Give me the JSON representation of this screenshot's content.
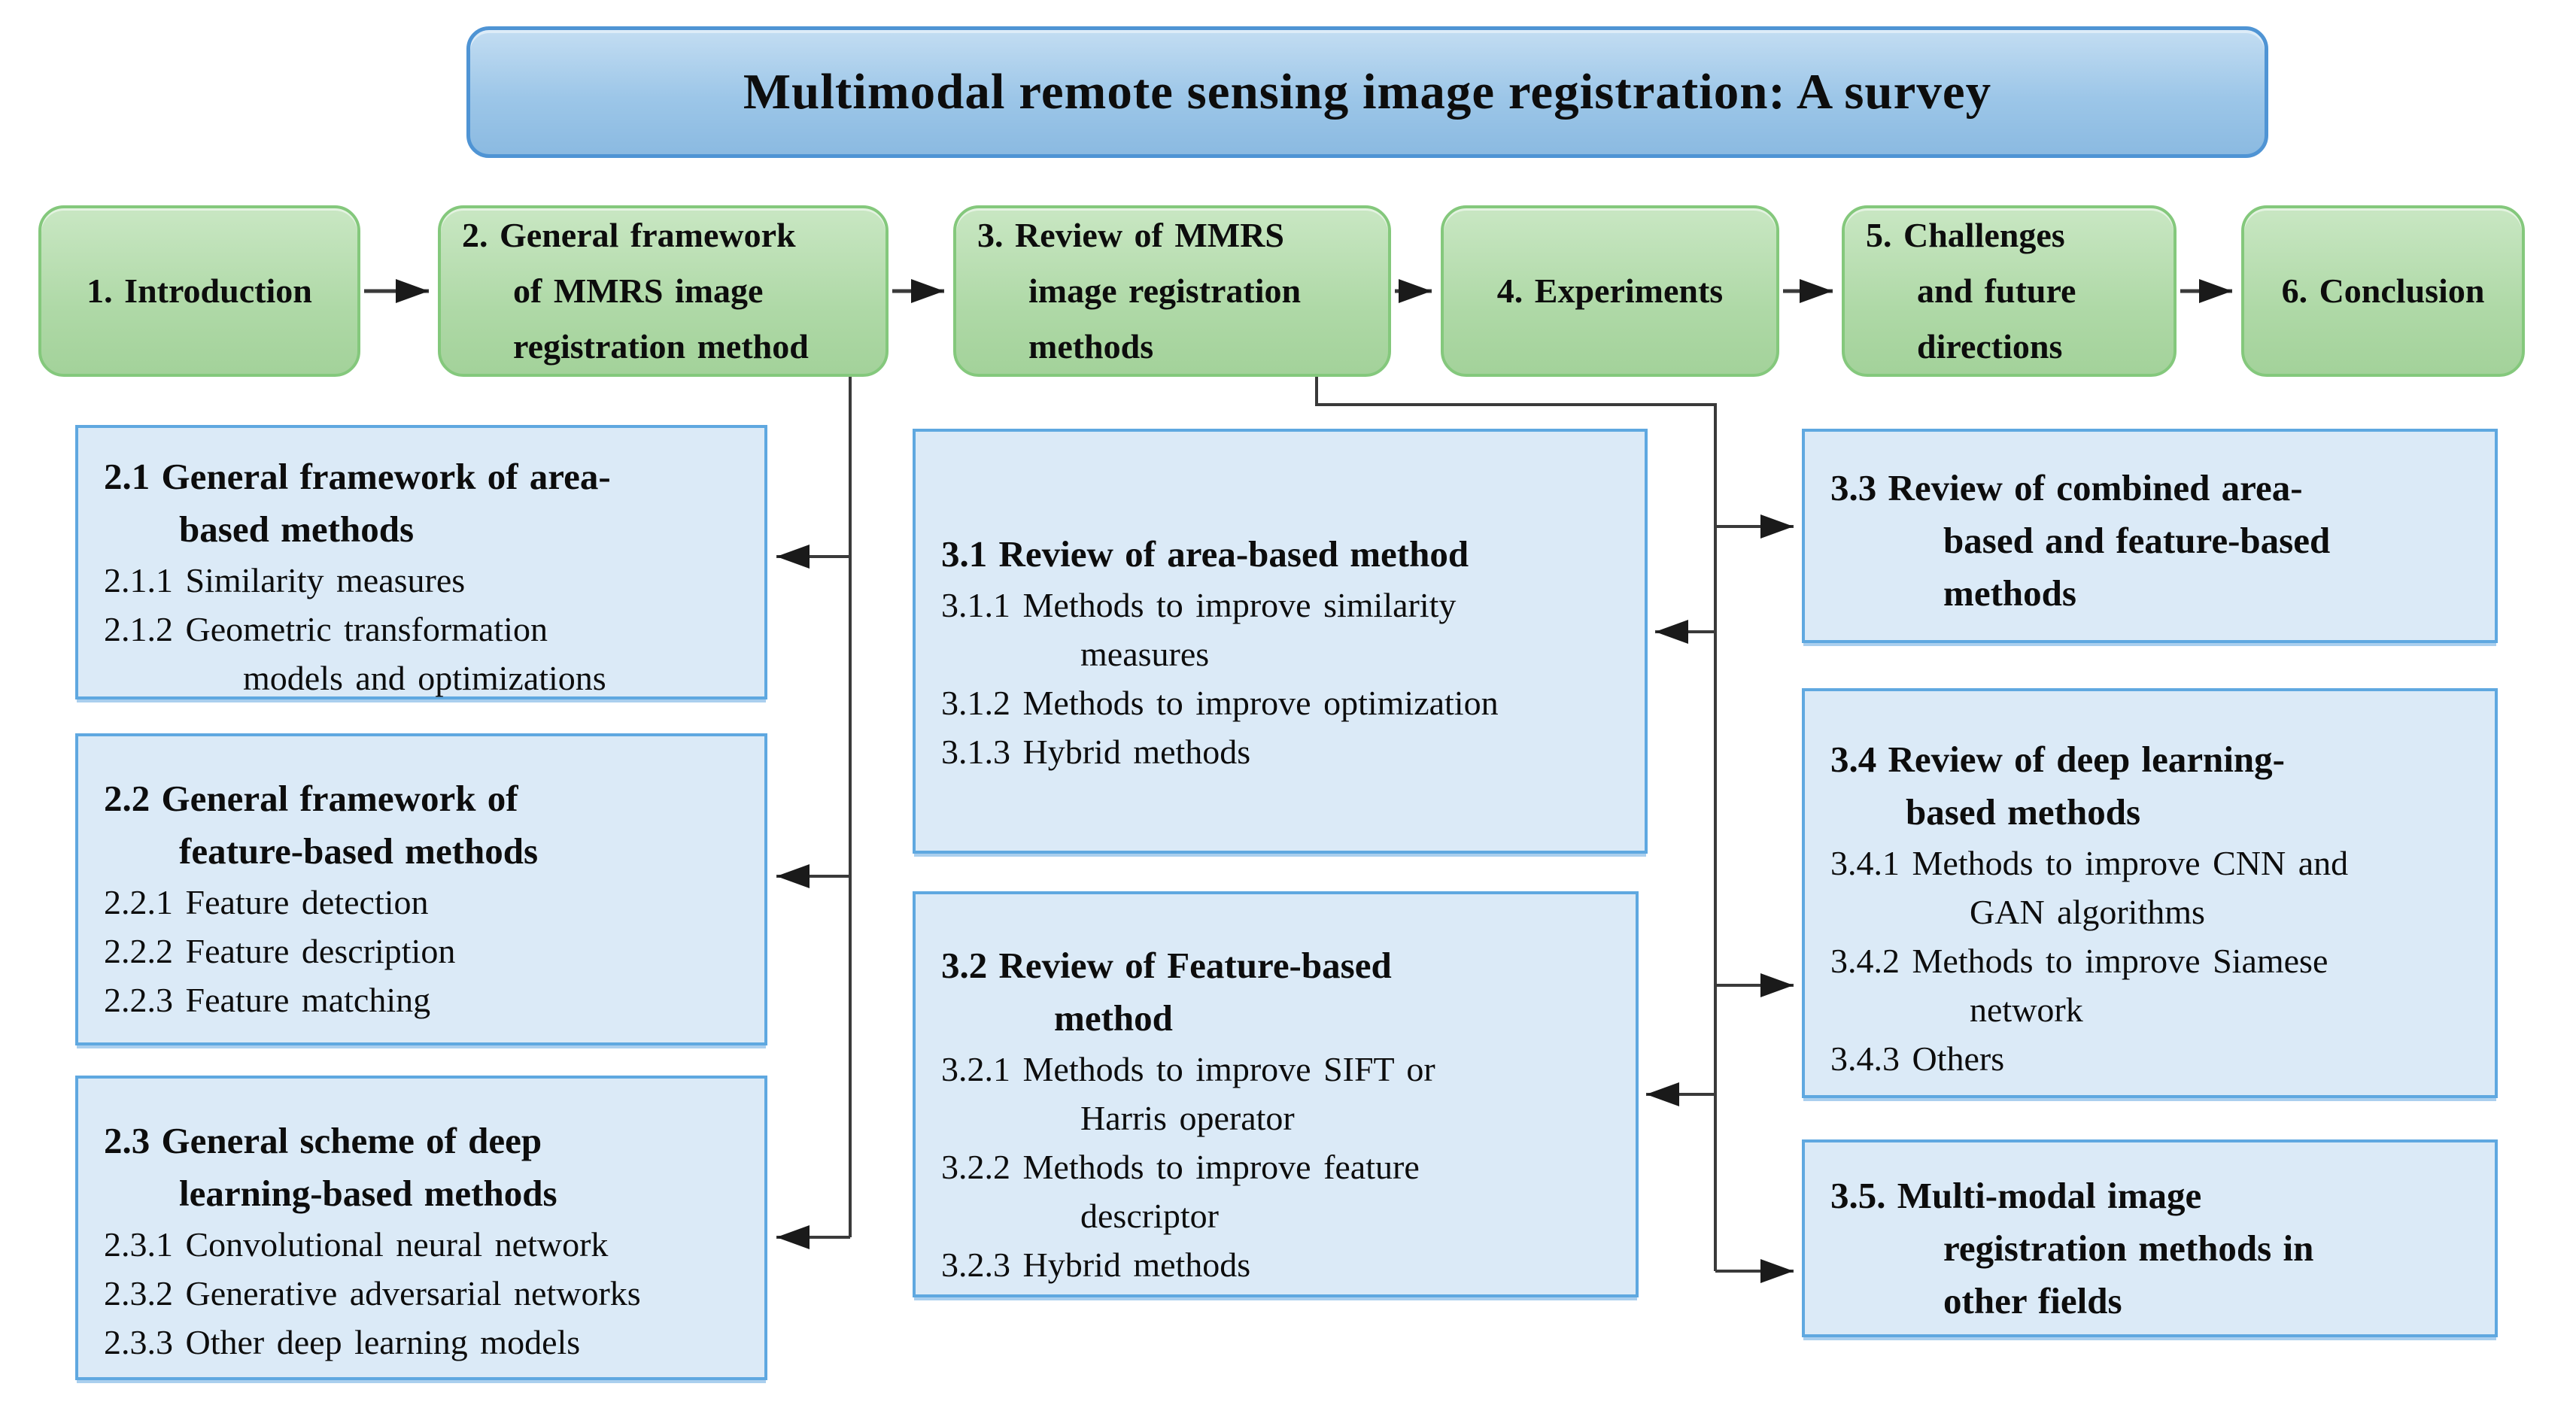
{
  "title": "Multimodal remote sensing image registration: A survey",
  "flow": [
    {
      "id": "1",
      "lines": [
        "1. Introduction"
      ]
    },
    {
      "id": "2",
      "lines": [
        "2. General framework",
        "of MMRS image",
        "registration method"
      ]
    },
    {
      "id": "3",
      "lines": [
        "3. Review of MMRS",
        "image registration",
        "methods"
      ]
    },
    {
      "id": "4",
      "lines": [
        "4. Experiments"
      ]
    },
    {
      "id": "5",
      "lines": [
        "5. Challenges",
        "and future",
        "directions"
      ]
    },
    {
      "id": "6",
      "lines": [
        "6. Conclusion"
      ]
    }
  ],
  "detail": [
    {
      "id": "2.1",
      "lines": [
        "2.1 General framework of area-",
        "based methods",
        "2.1.1 Similarity measures",
        "2.1.2 Geometric transformation",
        "models and optimizations"
      ]
    },
    {
      "id": "2.2",
      "lines": [
        "2.2 General framework of",
        "feature-based methods",
        "2.2.1 Feature detection",
        "2.2.2 Feature description",
        "2.2.3 Feature matching"
      ]
    },
    {
      "id": "2.3",
      "lines": [
        "2.3 General scheme of deep",
        "learning-based methods",
        "2.3.1 Convolutional neural network",
        "2.3.2 Generative adversarial networks",
        "2.3.3 Other deep learning models"
      ]
    },
    {
      "id": "3.1",
      "lines": [
        "3.1 Review of area-based method",
        "3.1.1 Methods to improve similarity",
        "measures",
        "3.1.2 Methods to improve optimization",
        "3.1.3 Hybrid methods"
      ]
    },
    {
      "id": "3.2",
      "lines": [
        "3.2  Review of Feature-based",
        "method",
        "3.2.1 Methods to improve SIFT or",
        "Harris operator",
        "3.2.2 Methods to improve feature",
        "descriptor",
        "3.2.3 Hybrid methods"
      ]
    },
    {
      "id": "3.3",
      "lines": [
        "3.3  Review of combined area-",
        "based and feature-based",
        "methods"
      ]
    },
    {
      "id": "3.4",
      "lines": [
        "3.4 Review of deep learning-",
        "based methods",
        "3.4.1 Methods to improve CNN and",
        "GAN algorithms",
        "3.4.2 Methods to improve Siamese",
        "network",
        "3.4.3 Others"
      ]
    },
    {
      "id": "3.5",
      "lines": [
        "3.5. Multi-modal image",
        "registration methods in",
        "other fields"
      ]
    }
  ],
  "connections": [
    {
      "from": "1",
      "to": "2"
    },
    {
      "from": "2",
      "to": "3"
    },
    {
      "from": "3",
      "to": "4"
    },
    {
      "from": "4",
      "to": "5"
    },
    {
      "from": "5",
      "to": "6"
    },
    {
      "from": "2",
      "to": "2.1"
    },
    {
      "from": "2",
      "to": "2.2"
    },
    {
      "from": "2",
      "to": "2.3"
    },
    {
      "from": "3",
      "to": "3.3"
    },
    {
      "from": "3",
      "to": "3.1"
    },
    {
      "from": "3",
      "to": "3.4"
    },
    {
      "from": "3",
      "to": "3.2"
    },
    {
      "from": "3",
      "to": "3.5"
    }
  ],
  "colors": {
    "title_fill": "#9cc6e8",
    "title_border": "#4f94d4",
    "flow_fill": "#afd9a7",
    "flow_border": "#84c87c",
    "detail_fill": "#dbeaf7",
    "detail_border": "#5fa8e0",
    "connector_line": "#3a3a3a",
    "arrowhead": "#1a1a1a",
    "text": "#0d0d0d"
  }
}
